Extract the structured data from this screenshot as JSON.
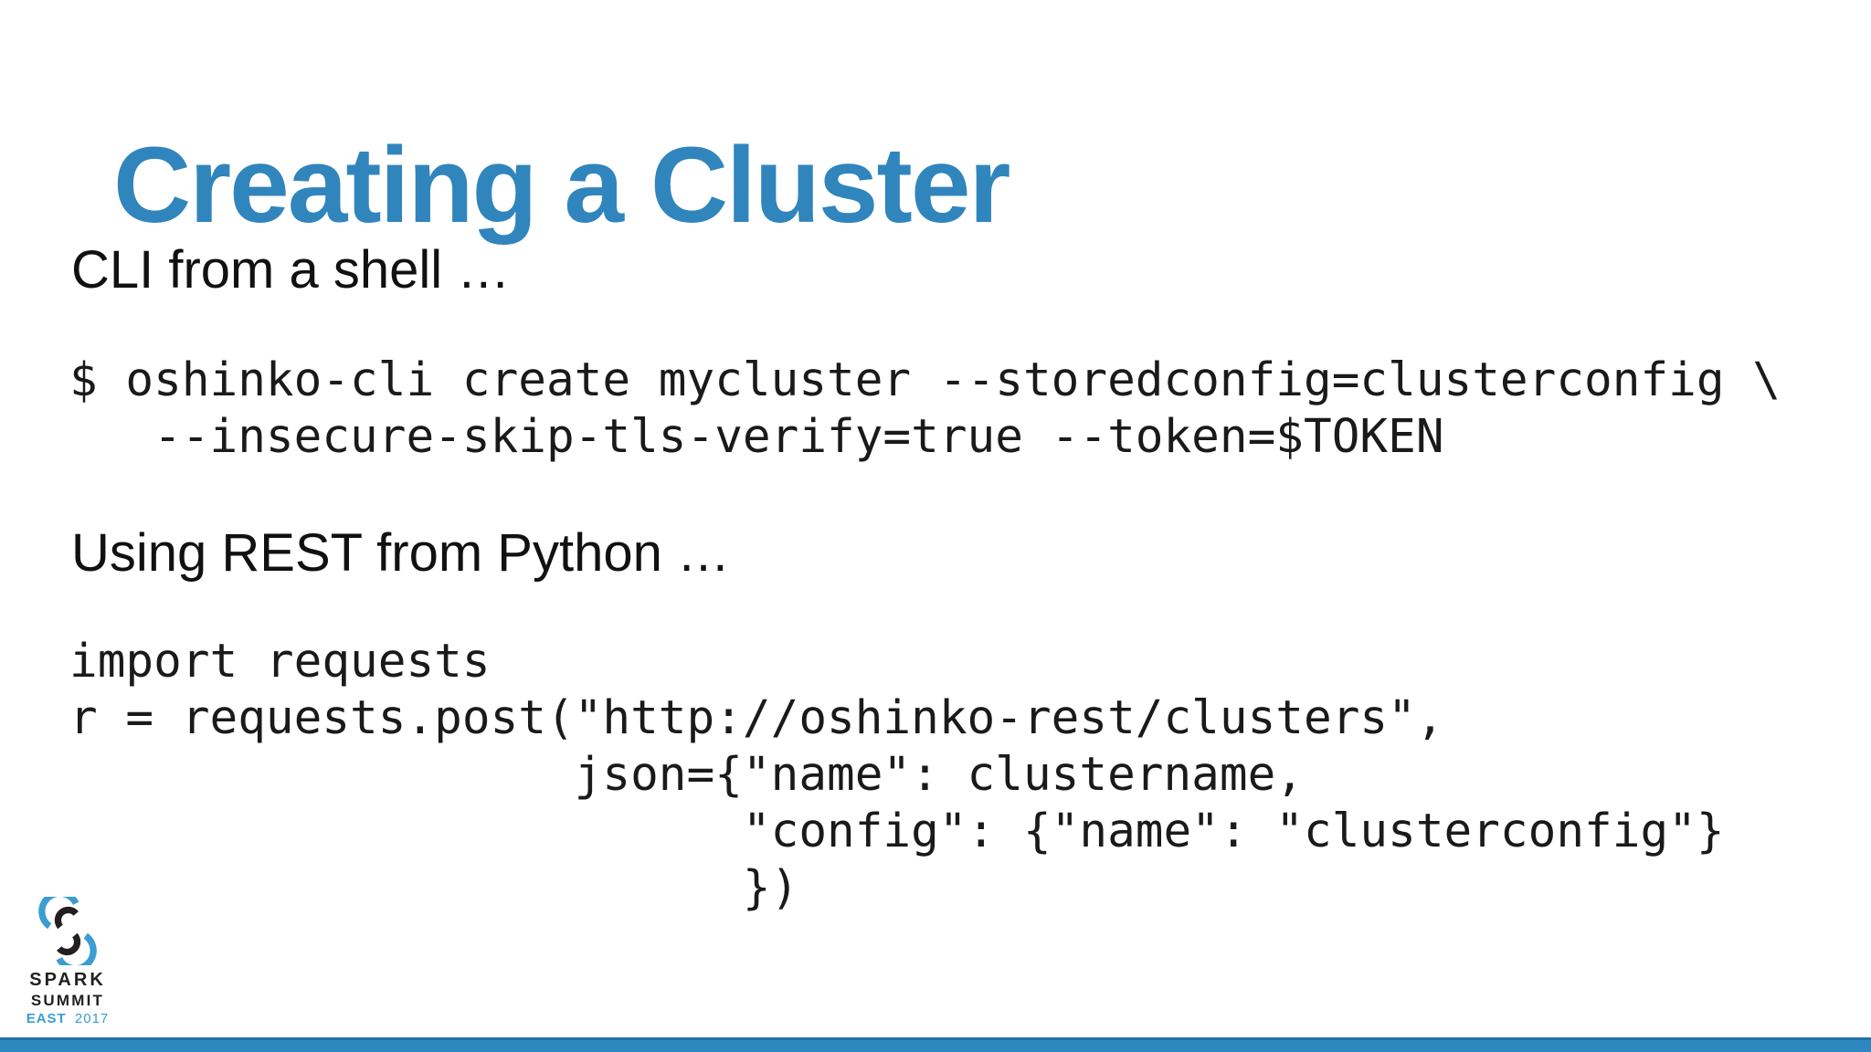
{
  "slide": {
    "title": "Creating a Cluster",
    "cli_section": {
      "heading": "CLI from a shell …",
      "code": "$ oshinko-cli create mycluster --storedconfig=clusterconfig \\\n   --insecure-skip-tls-verify=true --token=$TOKEN"
    },
    "rest_section": {
      "heading": "Using REST from Python …",
      "code": "import requests\nr = requests.post(\"http://oshinko-rest/clusters\",\n                  json={\"name\": clustername,\n                        \"config\": {\"name\": \"clusterconfig\"}\n                        })"
    }
  },
  "footer": {
    "logo": {
      "name": "SPARK",
      "name2": "SUMMIT",
      "edition": "EAST",
      "year": "2017"
    }
  },
  "colors": {
    "title_blue": "#3185bd",
    "heading_text": "#111111",
    "code_text": "#1a1a1a",
    "logo_blue": "#3b9dd2",
    "logo_black": "#231f20",
    "footer_bar_fill": "#2e88c0",
    "footer_bar_edge": "#2272a4"
  }
}
